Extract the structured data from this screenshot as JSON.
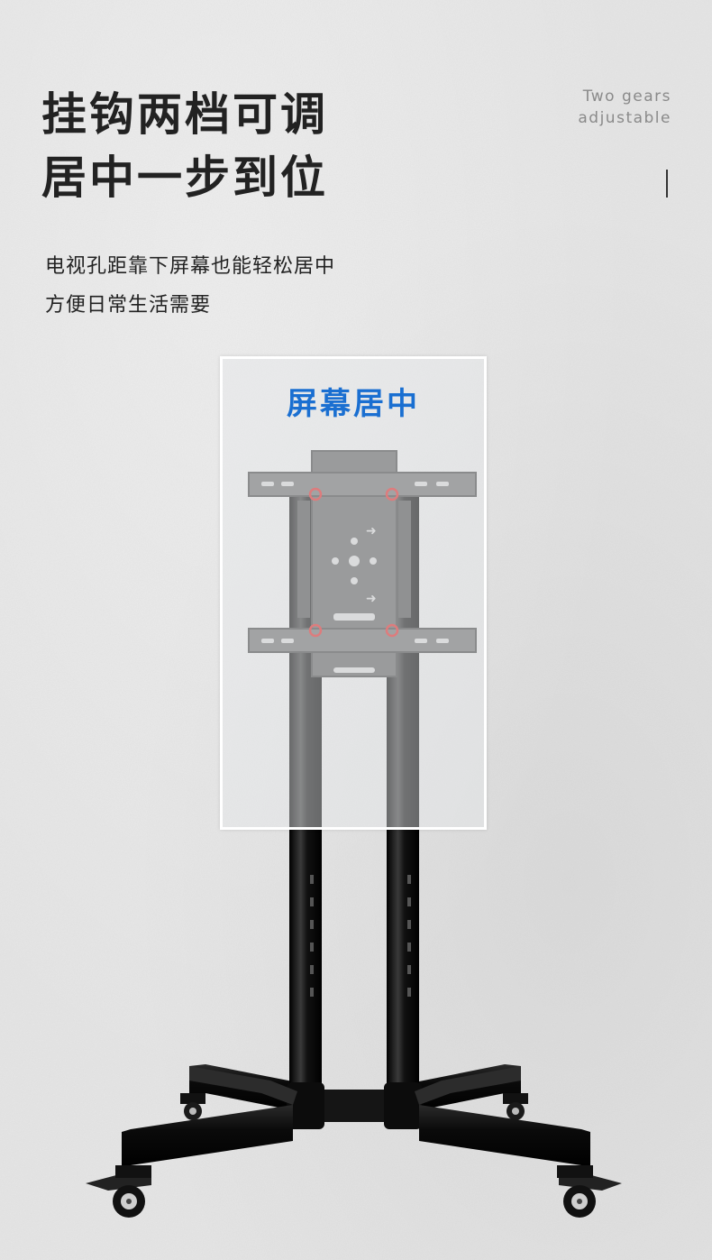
{
  "headline": {
    "line1": "挂钩两档可调",
    "line2": "居中一步到位"
  },
  "tagline": {
    "line1": "Two gears",
    "line2": "adjustable"
  },
  "description": {
    "line1": "电视孔距靠下屏幕也能轻松居中",
    "line2": "方便日常生活需要"
  },
  "screen": {
    "label": "屏幕居中"
  },
  "colors": {
    "background": "#e6e6e6",
    "headline": "#222222",
    "tagline": "#8a8a8a",
    "screen_label": "#1a6fd1",
    "hole_marker": "#d62424",
    "stand_metal": "#111111",
    "bracket_metal": "#6a6a6a"
  }
}
